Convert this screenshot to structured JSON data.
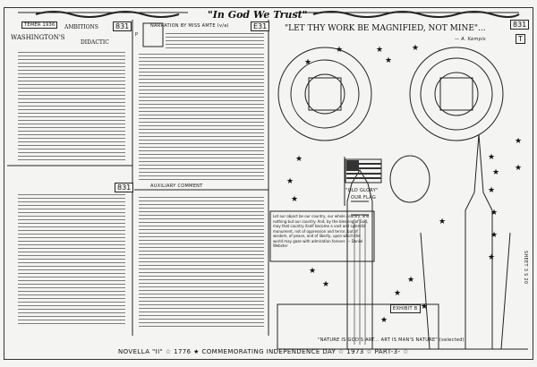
{
  "header": {
    "motto": "\"In God We Trust\"",
    "quote": "\"LET THY WORK BE MAGNIFIED, NOT MINE\"...",
    "quote_author": "— A. Kempis"
  },
  "left_panel": {
    "tag": "TEMER 1936",
    "title_1": "WASHINGTON'S",
    "title_2": "AMBITIONS",
    "title_3": "DIDACTIC",
    "page_number": "831",
    "side_letter": "P"
  },
  "middle_panel": {
    "title": "NARRATION BY MISS AMTE (v/a)",
    "page_number": "E31",
    "subtitle": "AUXILIARY COMMENT",
    "sub_page_number": "831"
  },
  "right_panel": {
    "page_number": "831",
    "side_letter": "T",
    "flag_caption_1": "\"OLD GLORY\"",
    "flag_caption_2": "OUR FLAG",
    "scroll_text": "Let our object be our country, our whole country, and nothing but our country. And, by the blessing of God, may that country itself become a vast and splendid monument, not of oppression and terror, but of wisdom, of peace, and of liberty, upon which the world may gaze with admiration forever. — Daniel Webster",
    "exhibit": "EXHIBIT B",
    "nature_quote": "\"NATURE IS GOD'S ART... ART IS MAN'S NATURE\" (selected)",
    "sheet_label": "SHEET 3 S 20"
  },
  "footer": {
    "text": "NOVELLA \"II\" ☆ 1776 ★ COMMEMORATING INDEPENDENCE DAY ☆ 1973 ☆ PART-3- ☆"
  }
}
